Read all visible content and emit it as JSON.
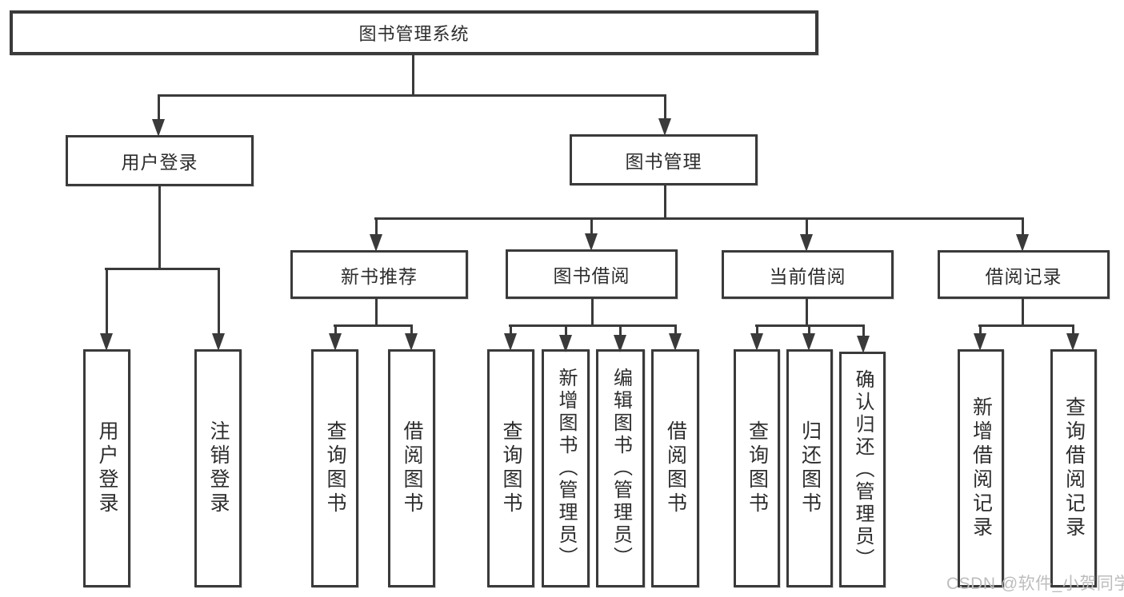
{
  "diagram_type": "functional-structure-chart",
  "colors": {
    "line": "#3a3a3a",
    "text": "#2d2d2d",
    "background": "#ffffff",
    "watermark": "#bdbdbd"
  },
  "tree": {
    "root": "图书管理系统",
    "children": [
      {
        "label": "用户登录",
        "children": [
          "用户登录",
          "注销登录"
        ]
      },
      {
        "label": "图书管理",
        "children": [
          {
            "label": "新书推荐",
            "children": [
              "查询图书",
              "借阅图书"
            ]
          },
          {
            "label": "图书借阅",
            "children": [
              "查询图书",
              "新增图书（管理员）",
              "编辑图书（管理员）",
              "借阅图书"
            ]
          },
          {
            "label": "当前借阅",
            "children": [
              "查询图书",
              "归还图书",
              "确认归还（管理员）"
            ]
          },
          {
            "label": "借阅记录",
            "children": [
              "新增借阅记录",
              "查询借阅记录"
            ]
          }
        ]
      }
    ]
  },
  "watermark": {
    "text": "CSDN @软件_小贺同学"
  }
}
